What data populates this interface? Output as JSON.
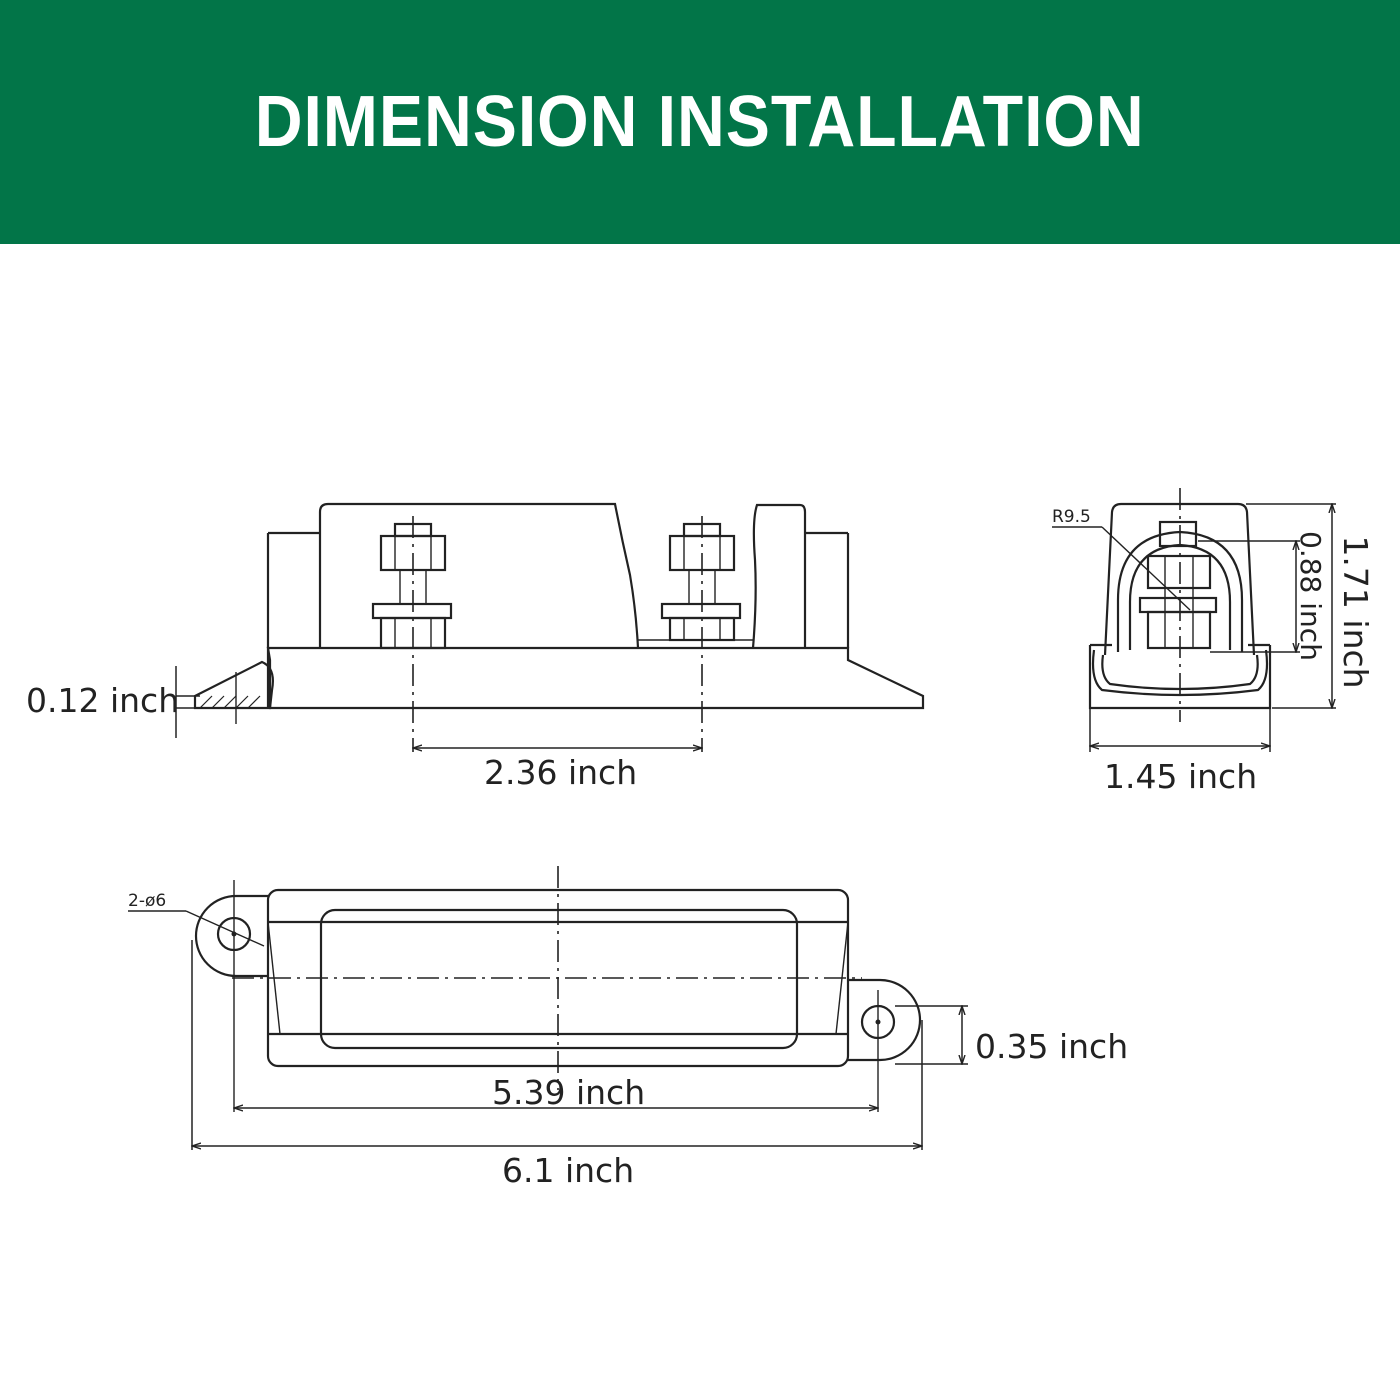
{
  "header": {
    "title": "DIMENSION INSTALLATION",
    "background_color": "#027548",
    "text_color": "#ffffff"
  },
  "front_view": {
    "thickness_label": "0.12 inch",
    "stud_spacing_label": "2.36 inch"
  },
  "side_view": {
    "radius_label": "R9.5",
    "stud_height_label": "0.88 inch",
    "height_label": "1.71 inch",
    "width_label": "1.45 inch"
  },
  "top_view": {
    "hole_label": "2-ø6",
    "ear_label": "0.35 inch",
    "hole_spacing_label": "5.39 inch",
    "overall_length_label": "6.1 inch"
  }
}
